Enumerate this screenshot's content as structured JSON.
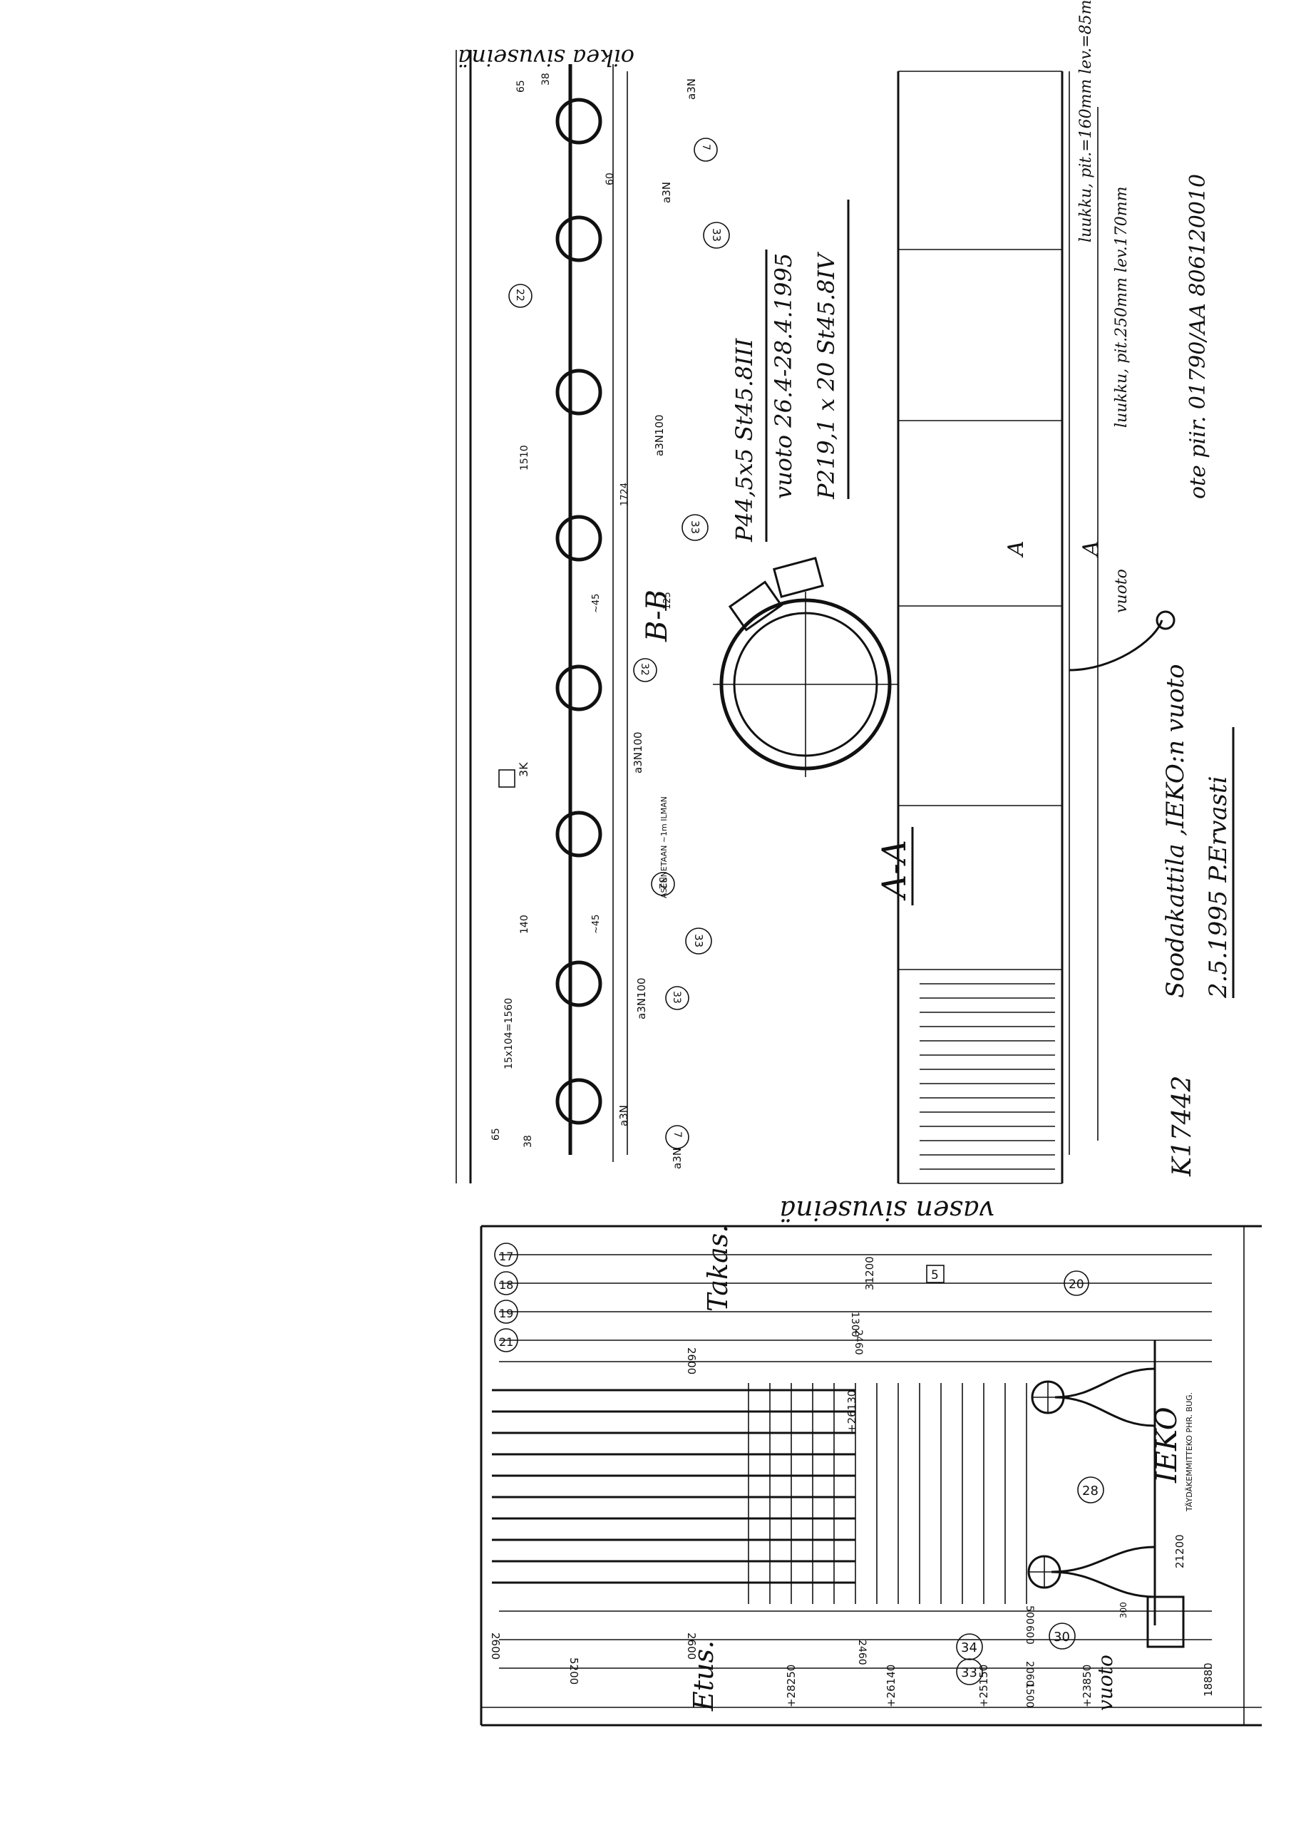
{
  "drawing": {
    "title": "Soodakattila ,IEKO:n vuoto",
    "date_signature": "2.5.1995 P.Ervasti",
    "drawing_no": "K17442",
    "reference": "ote piir. 01790/AA 806120010",
    "leak_label": "vuoto",
    "leak_period": "vuoto 26.4-28.4.1995",
    "pipe_small": "P44,5x5 St45.8III",
    "pipe_large": "P219,1 x 20 St45.8IV",
    "section_aa": "A-A",
    "section_bb": "B-B",
    "section_marker": "A",
    "right_wall": "oikea sivuseinä",
    "left_wall": "vasen sivuseinä",
    "hatch_1": "luukku, pit.=160mm lev.=85mm",
    "hatch_2": "luukku, pit.250mm lev.170mm"
  },
  "lower_view": {
    "front_label": "Etus.",
    "back_label": "Takas.",
    "ieko_label": "IEKO",
    "ieko_sub": "TÄYDÄKEMMITTEKO PHR. BUG.",
    "vuoto_label": "vuoto",
    "callouts": [
      "17",
      "18",
      "19",
      "21",
      "20",
      "28",
      "30",
      "33",
      "34",
      "5"
    ],
    "levels": [
      "+28250",
      "+26140",
      "+25150",
      "+23850",
      "18880",
      "+26130",
      "31200",
      "21200"
    ],
    "dims": [
      "2600",
      "2600",
      "2600",
      "5200",
      "2460",
      "2460",
      "1300",
      "600",
      "500",
      "1500",
      "2060",
      "300"
    ]
  },
  "upper_view": {
    "callouts": [
      "33",
      "33",
      "33",
      "32",
      "32",
      "22",
      "7",
      "7",
      "33"
    ],
    "dims": [
      "65",
      "38",
      "65",
      "38",
      "60",
      "1510",
      "140",
      "15x104=1560",
      "125",
      "1724",
      "~45",
      "~45"
    ],
    "notes": [
      "a3N100",
      "a3N100",
      "a3N100",
      "a3N",
      "a3N",
      "a3N",
      "a3N",
      "ASENNETAAN ~1m ILMAN",
      "3K"
    ]
  }
}
